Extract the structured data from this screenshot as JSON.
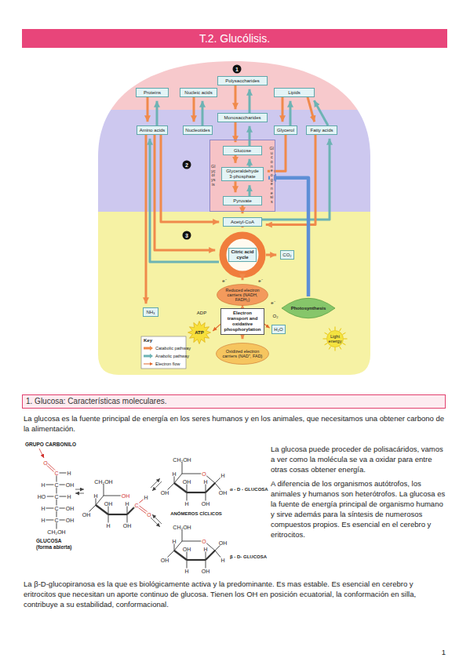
{
  "diagram": {
    "title": "T.2. Glucólisis.",
    "nodes": [
      {
        "text": [
          "Proteins"
        ]
      },
      {
        "text": [
          "Nucleic acids"
        ]
      },
      {
        "text": [
          "Polysaccharides"
        ]
      },
      {
        "text": [
          "Lipids"
        ]
      },
      {
        "text": [
          "Amino acids"
        ]
      },
      {
        "text": [
          "Nucleotides"
        ]
      },
      {
        "text": [
          "Monosaccharides"
        ]
      },
      {
        "text": [
          "Glycerol"
        ]
      },
      {
        "text": [
          "Fatty acids"
        ]
      },
      {
        "text": [
          "Glycolysis",
          "Gluconeogenesis"
        ]
      },
      {
        "text": [
          "Glucose"
        ],
        "in": 9
      },
      {
        "text": [
          "Glyceraldehyde 3-phosphate"
        ],
        "in": 9
      },
      {
        "text": [
          "Pyruvate"
        ],
        "in": 9
      },
      {
        "text": [
          "Acetyl-CoA"
        ]
      },
      {
        "text": [
          "Citric acid cycle"
        ]
      },
      {
        "text": [
          "CO₂"
        ]
      },
      {
        "text": [
          "NH₃"
        ]
      },
      {
        "text": [
          "Reduced electron carriers (NADH, FADH₂)"
        ]
      },
      {
        "text": [
          "Electron transport and oxidative phosphorylation"
        ]
      },
      {
        "text": [
          "Oxidized electron carriers (NAD⁺, FAD)"
        ]
      },
      {
        "text": [
          "ATP"
        ]
      },
      {
        "text": [
          "Photosynthesis"
        ]
      },
      {
        "text": [
          "Light energy"
        ]
      },
      {
        "text": [
          "H₂O"
        ]
      },
      {
        "text": [
          "1. Glucosa: Características moleculares."
        ]
      }
    ],
    "edges": [
      {
        "from": 2,
        "to": 6,
        "arrow": "to"
      },
      {
        "from": 6,
        "to": 2,
        "arrow": "to"
      },
      {
        "from": 0,
        "to": 4,
        "arrow": "to"
      },
      {
        "from": 4,
        "to": 0,
        "arrow": "to"
      },
      {
        "from": 1,
        "to": 5,
        "arrow": "to"
      },
      {
        "from": 5,
        "to": 1,
        "arrow": "to"
      },
      {
        "from": 3,
        "to": 7,
        "arrow": "to"
      },
      {
        "from": 7,
        "to": 3,
        "arrow": "to"
      },
      {
        "from": 3,
        "to": 8,
        "arrow": "to"
      },
      {
        "from": 8,
        "to": 3,
        "arrow": "to"
      },
      {
        "from": 6,
        "to": 10,
        "arrow": "to"
      },
      {
        "from": 10,
        "to": 6,
        "arrow": "to"
      },
      {
        "from": 10,
        "to": 11,
        "arrow": "to"
      },
      {
        "from": 11,
        "to": 10,
        "arrow": "to"
      },
      {
        "from": 11,
        "to": 12,
        "arrow": "to"
      },
      {
        "from": 12,
        "to": 11,
        "arrow": "to"
      },
      {
        "from": 7,
        "to": 11,
        "arrow": "to"
      },
      {
        "from": 12,
        "to": 13,
        "arrow": "to"
      },
      {
        "from": 13,
        "to": 8,
        "arrow": "to"
      },
      {
        "from": 8,
        "to": 13,
        "arrow": "to"
      },
      {
        "from": 4,
        "to": 13,
        "arrow": "to"
      },
      {
        "from": 13,
        "to": 14,
        "arrow": "to"
      },
      {
        "from": 4,
        "to": 14,
        "arrow": "to"
      },
      {
        "from": 14,
        "to": 4,
        "arrow": "to"
      },
      {
        "from": 4,
        "to": 16,
        "arrow": "to"
      },
      {
        "from": 14,
        "to": 15,
        "arrow": "to"
      },
      {
        "from": 14,
        "to": 17,
        "arrow": "to"
      },
      {
        "from": 17,
        "to": 18,
        "arrow": "to"
      },
      {
        "from": 18,
        "to": 19,
        "arrow": "to"
      },
      {
        "from": 18,
        "to": 20,
        "arrow": "to"
      },
      {
        "from": 21,
        "to": 11,
        "arrow": "to"
      },
      {
        "from": 18,
        "to": 23,
        "arrow": "to"
      }
    ],
    "labels": [
      "1",
      "2",
      "3",
      "e⁻",
      "e⁻",
      "e⁻",
      "ADP",
      "O₂",
      "Key",
      "GRUPO CARBONILO",
      "O",
      "C",
      "H",
      "H",
      "C",
      "OH",
      "HO",
      "C",
      "H",
      "H",
      "C",
      "OH",
      "H",
      "C",
      "OH",
      "CH₂OH",
      "GLUCOSA (forma abierta)",
      "CH₂OH",
      "OH",
      "H",
      "OH",
      "OH",
      "H",
      "H",
      "OH",
      "C",
      "H",
      "O",
      "CH₂OH",
      "O",
      "H",
      "OH",
      "OH",
      "H",
      "H",
      "OH",
      "H",
      "OH",
      "α - D - GLUCOSA",
      "ANÓMEROS CÍCLICOS",
      "CH₂OH",
      "O",
      "H",
      "OH",
      "OH",
      "H",
      "H",
      "OH",
      "OH",
      "H",
      "β - D- GLUCOSA",
      "La glucosa es la fuente principal de energía en los seres humanos y en los animales, que necesitamos una obtener carbono de la alimentación.",
      "La glucosa puede proceder de polisacáridos, vamos a ver como la molécula se va a oxidar para entre otras cosas obtener energía.",
      "A diferencia de los organismos autótrofos, los animales y humanos son heterótrofos. La glucosa es la fuente de energía principal de organismo humano y sirve además para la síntesis de numerosos compuestos propios. Es esencial en el cerebro y eritrocitos.",
      "La β-D-glucopiranosa es la que es biológicamente activa y la predominante. Es mas estable. Es esencial en cerebro y eritrocitos que necesitan un aporte continuo de glucosa. Tienen los OH en posición ecuatorial, la conformación en silla, contribuye a su estabilidad, conformacional.",
      "1"
    ],
    "legend": [
      {
        "text": "Catabolic pathway",
        "color": "#f08a4b"
      },
      {
        "text": "Anabolic pathway",
        "color": "#6db3b4"
      },
      {
        "text": "Electron flow"
      }
    ]
  }
}
